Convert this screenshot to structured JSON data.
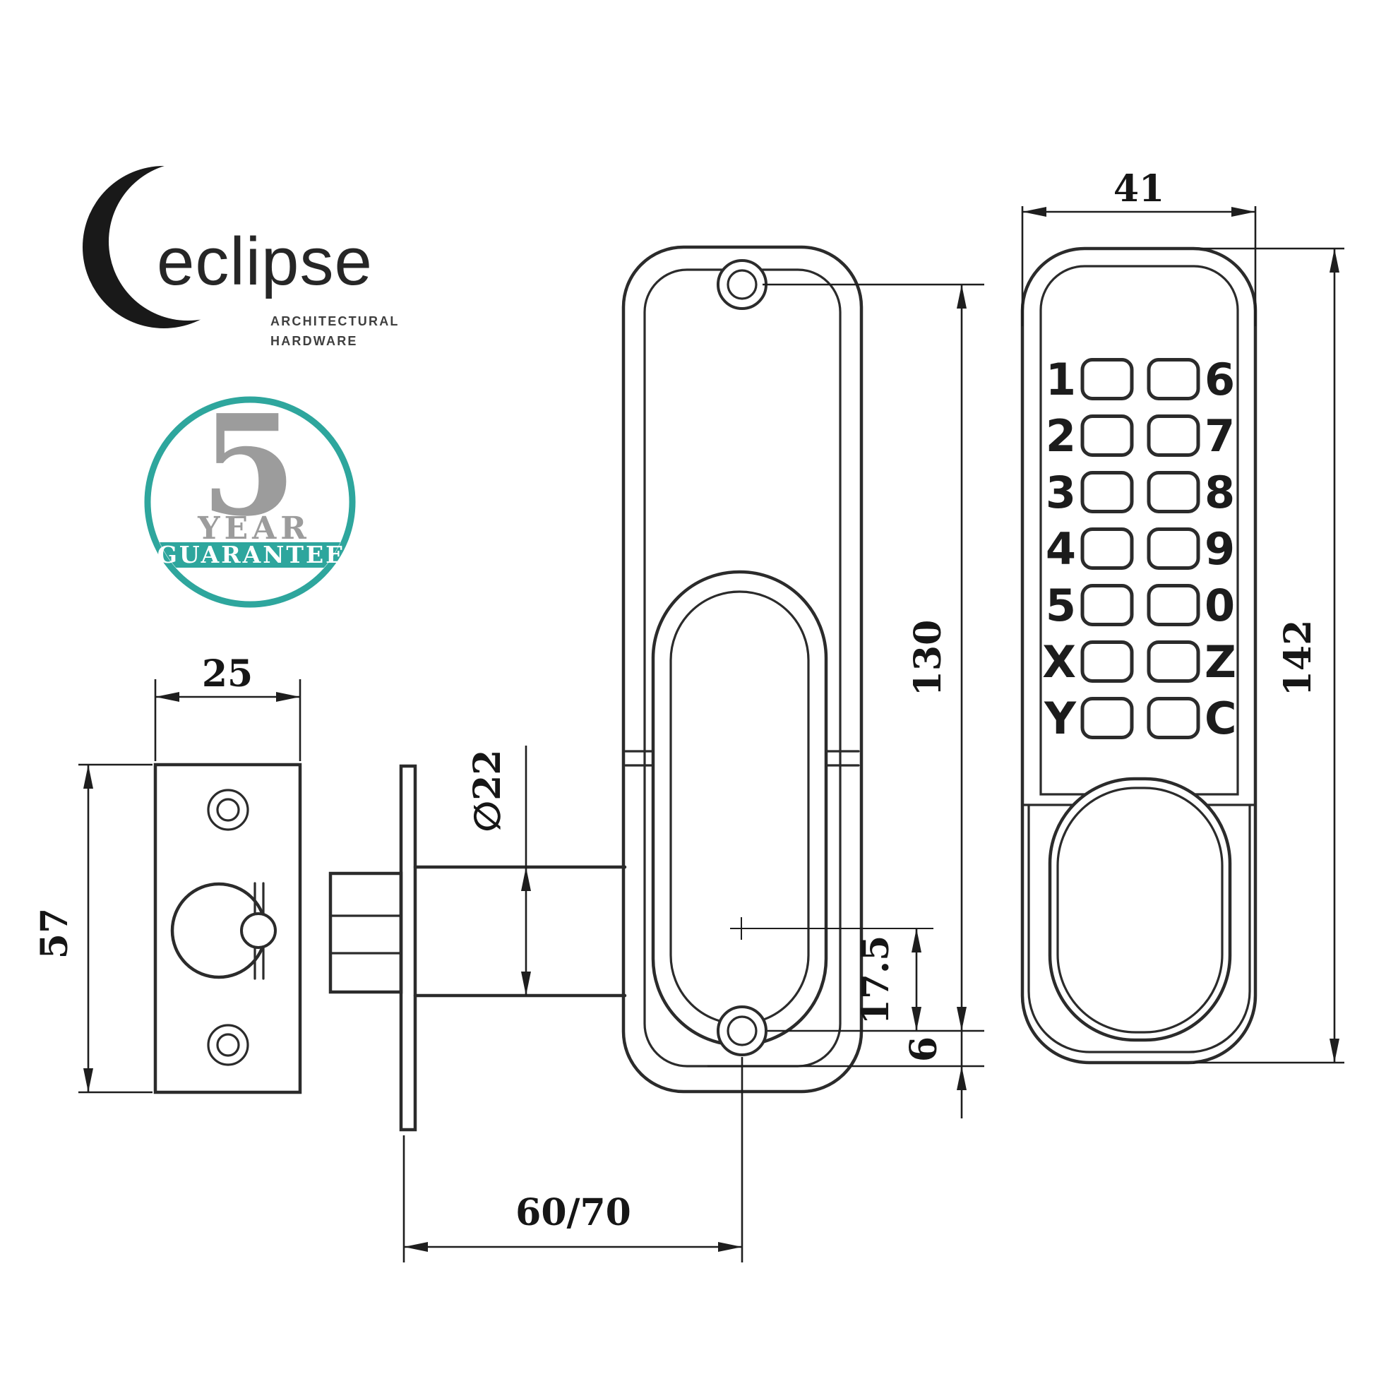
{
  "logo": {
    "brand": "eclipse",
    "tagline_line1": "ARCHITECTURAL",
    "tagline_line2": "HARDWARE"
  },
  "badge": {
    "number": "5",
    "label_year": "YEAR",
    "label_guarantee": "GUARANTEE",
    "accent_color": "#2ea69d",
    "text_color": "#9c9c9c"
  },
  "views": {
    "strike_plate": {
      "width_mm": "25",
      "height_mm": "57"
    },
    "side_profile": {
      "latch_diameter": "∅22",
      "backset": "60/70",
      "fixing_length": "130",
      "spindle_offset": "17.5",
      "edge_distance": "6"
    },
    "front_keypad": {
      "width_mm": "41",
      "height_mm": "142",
      "keypad_left": [
        "1",
        "2",
        "3",
        "4",
        "5",
        "X",
        "Y"
      ],
      "keypad_right": [
        "6",
        "7",
        "8",
        "9",
        "0",
        "Z",
        "C"
      ]
    }
  }
}
